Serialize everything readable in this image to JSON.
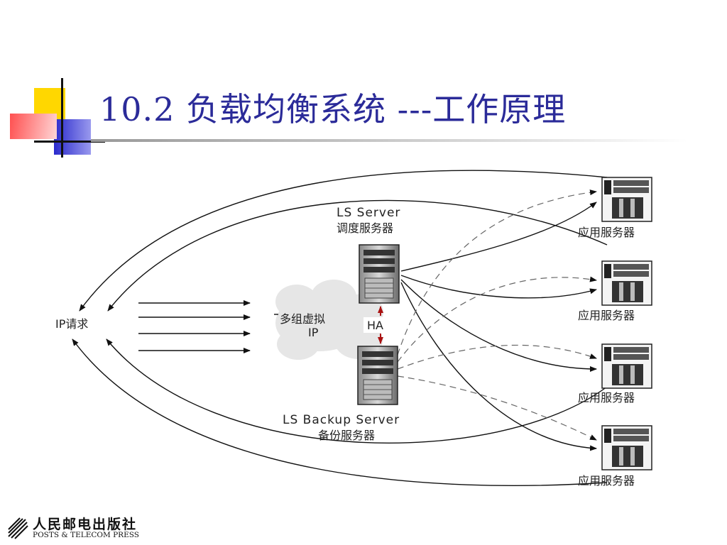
{
  "slide": {
    "title": "10.2  负载均衡系统 ---工作原理"
  },
  "diagram": {
    "client_label": "IP请求",
    "virtual_ip_label_line1": "多组虚拟",
    "virtual_ip_label_line2": "IP",
    "ha_label": "HA",
    "ls_server": {
      "name": "LS Server",
      "role": "调度服务器"
    },
    "ls_backup_server": {
      "name": "LS Backup Server",
      "role": "备份服务器"
    },
    "app_servers": [
      {
        "label": "应用服务器"
      },
      {
        "label": "应用服务器"
      },
      {
        "label": "应用服务器"
      },
      {
        "label": "应用服务器"
      }
    ],
    "colors": {
      "title": "#2b2b99",
      "ha_arrow": "#aa1111",
      "deco_yellow": "#ffd700",
      "deco_blue": "#3333cc",
      "deco_red": "#ff3333"
    }
  },
  "footer": {
    "publisher_cn": "人民邮电出版社",
    "publisher_en": "POSTS & TELECOM PRESS"
  }
}
